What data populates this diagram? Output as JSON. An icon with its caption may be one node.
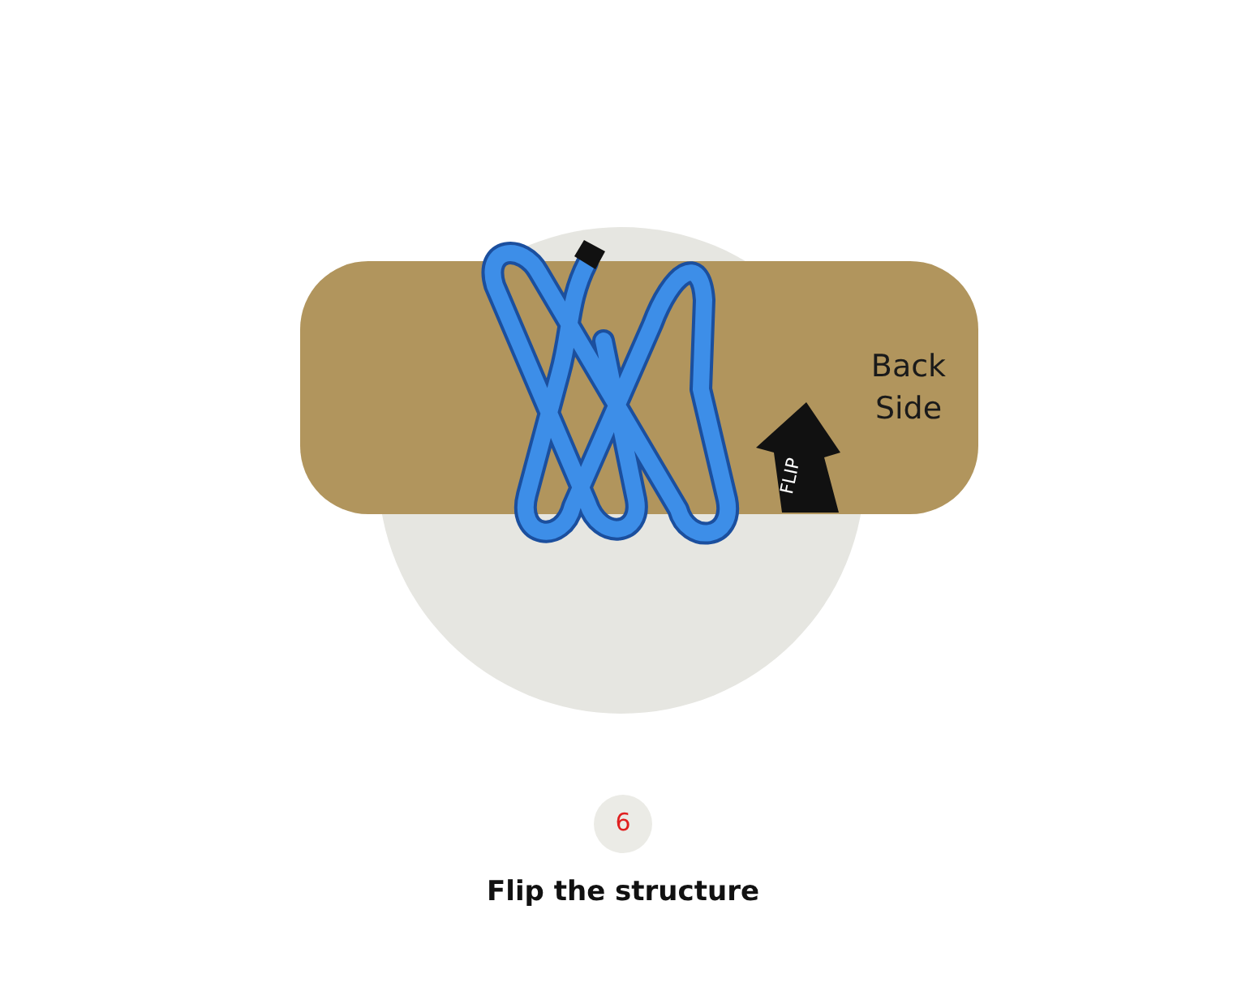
{
  "diagram": {
    "caption": "Flip the structure",
    "nodes": [
      {
        "text": [
          "Back Side"
        ]
      },
      {
        "text": [
          "6"
        ]
      }
    ],
    "labels": [
      "FLIP"
    ]
  }
}
